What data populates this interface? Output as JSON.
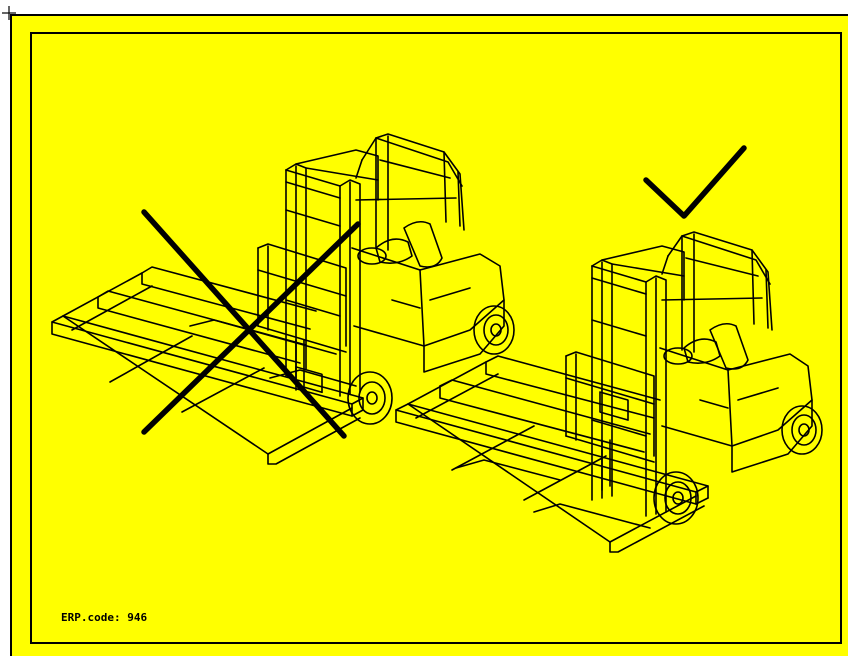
{
  "sign": {
    "background_color": "#ffff00",
    "line_color": "#000000",
    "erp_code": "ERP.code: 946"
  },
  "illustrations": [
    {
      "id": "forklift-wrong",
      "meaning": "incorrect",
      "mark_icon": "cross-icon"
    },
    {
      "id": "forklift-right",
      "meaning": "correct",
      "mark_icon": "checkmark-icon"
    }
  ]
}
